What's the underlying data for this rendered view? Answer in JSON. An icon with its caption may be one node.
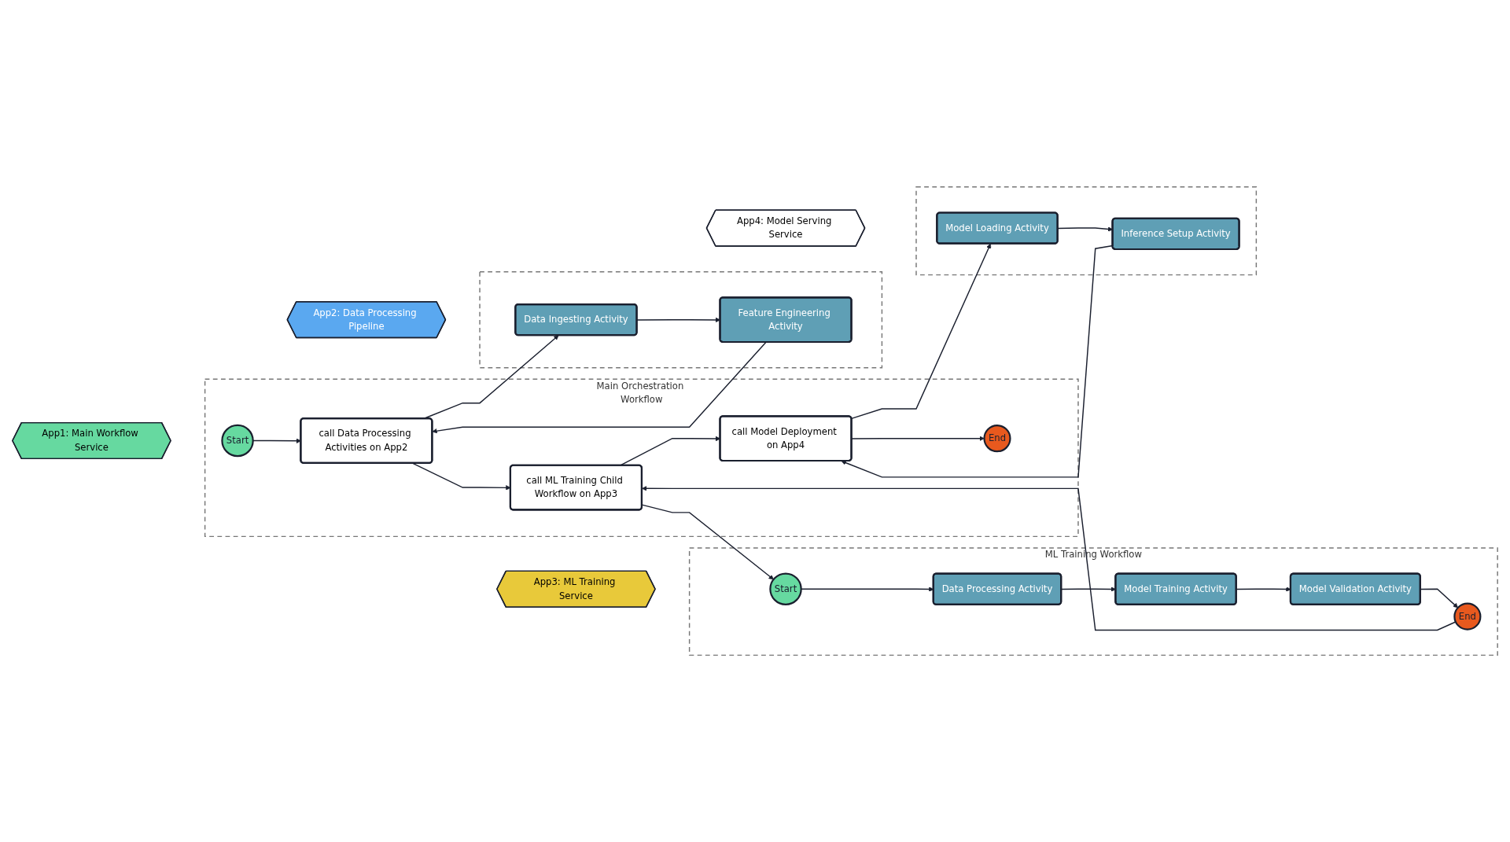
{
  "diagram": {
    "nodes": [
      {
        "text": [
          "App1: Main Workflow Service"
        ]
      },
      {
        "text": [
          "Main Orchestration Workflow"
        ]
      },
      {
        "text": [
          "Start"
        ],
        "in": 1
      },
      {
        "text": [
          "call Data Processing Activities on App2"
        ],
        "in": 1
      },
      {
        "text": [
          "call ML Training Child Workflow on App3"
        ],
        "in": 1
      },
      {
        "text": [
          "call Model Deployment on App4"
        ],
        "in": 1
      },
      {
        "text": [
          "End"
        ],
        "in": 1
      },
      {
        "text": [
          "App2: Data Processing Pipeline"
        ]
      },
      {
        "text": [],
        "shape": "box"
      },
      {
        "text": [
          "Data Ingesting Activity"
        ],
        "in": 8
      },
      {
        "text": [
          "Feature Engineering Activity"
        ],
        "in": 8
      },
      {
        "text": [
          "App3: ML Training Service"
        ]
      },
      {
        "text": [
          "ML Training Workflow"
        ]
      },
      {
        "text": [
          "Start"
        ],
        "in": 12
      },
      {
        "text": [
          "Data Processing Activity"
        ],
        "in": 12
      },
      {
        "text": [
          "Model Training Activity"
        ],
        "in": 12
      },
      {
        "text": [
          "Model Validation Activity"
        ],
        "in": 12
      },
      {
        "text": [
          "End"
        ],
        "in": 12
      },
      {
        "text": [
          "App4: Model Serving Service"
        ]
      },
      {
        "text": [],
        "shape": "box"
      },
      {
        "text": [
          "Model Loading Activity"
        ],
        "in": 19
      },
      {
        "text": [
          "Inference Setup Activity"
        ],
        "in": 19
      }
    ],
    "edges": [
      {
        "from": 2,
        "to": 3,
        "arrow": "to"
      },
      {
        "from": 3,
        "to": 4,
        "arrow": "to"
      },
      {
        "from": 4,
        "to": 5,
        "arrow": "to"
      },
      {
        "from": 5,
        "to": 6,
        "arrow": "to"
      },
      {
        "from": 3,
        "to": 9,
        "arrow": "to"
      },
      {
        "from": 9,
        "to": 10,
        "arrow": "to"
      },
      {
        "from": 10,
        "to": 3,
        "arrow": "to"
      },
      {
        "from": 4,
        "to": 13,
        "arrow": "to"
      },
      {
        "from": 13,
        "to": 14,
        "arrow": "to"
      },
      {
        "from": 14,
        "to": 15,
        "arrow": "to"
      },
      {
        "from": 15,
        "to": 16,
        "arrow": "to"
      },
      {
        "from": 16,
        "to": 17,
        "arrow": "to"
      },
      {
        "from": 17,
        "to": 4,
        "arrow": "to"
      },
      {
        "from": 5,
        "to": 20,
        "arrow": "to"
      },
      {
        "from": 20,
        "to": 21,
        "arrow": "to"
      },
      {
        "from": 21,
        "to": 5,
        "arrow": "to"
      }
    ]
  }
}
